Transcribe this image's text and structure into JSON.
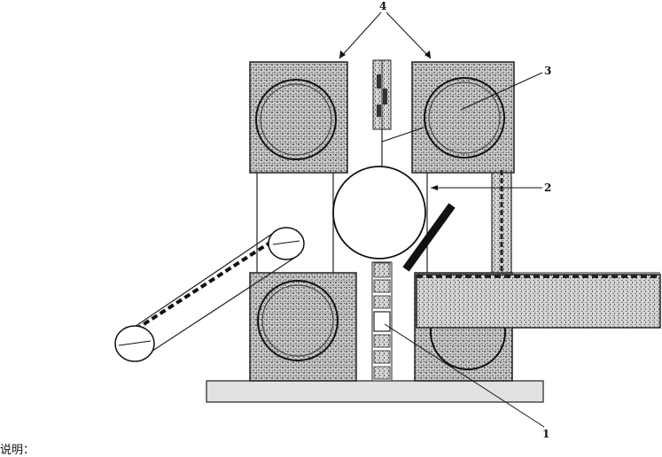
{
  "labels": {
    "label_1": "1",
    "label_2": "2",
    "label_3": "3",
    "label_4": "4"
  },
  "caption": "说明："
}
